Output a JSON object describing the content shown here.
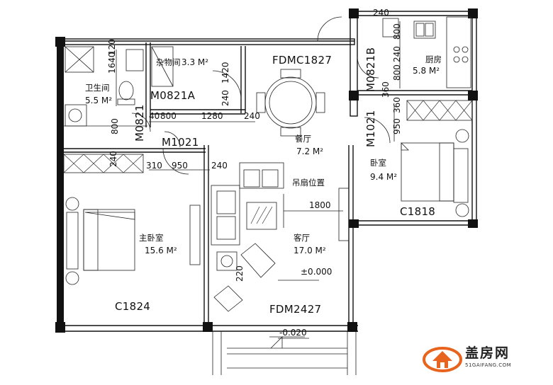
{
  "rooms": {
    "bathroom": {
      "name": "卫生间",
      "area": "5.5 M²"
    },
    "storage": {
      "name": "杂物间",
      "area": "3.3 M²"
    },
    "kitchen": {
      "name": "厨房",
      "area": "5.8 M²"
    },
    "dining": {
      "name": "餐厅",
      "area": "7.2 M²"
    },
    "bedroom": {
      "name": "卧室",
      "area": "9.4 M²"
    },
    "master": {
      "name": "主卧室",
      "area": "15.6 M²"
    },
    "living": {
      "name": "客厅",
      "area": "17.0 M²"
    }
  },
  "codes": {
    "fdmc1827": "FDMC1827",
    "m0821a": "M0821A",
    "m0821b": "M0821B",
    "m0821": "M0821",
    "m1021a": "M1021",
    "m1021b": "M1021",
    "c1818": "C1818",
    "c1824": "C1824",
    "fdm2427": "FDM2427"
  },
  "dims": {
    "d1640": "1640",
    "d120": "120",
    "d1420": "1420",
    "d240a": "240",
    "d240b": "240",
    "d240c": "240",
    "d240d": "240",
    "d240e": "240",
    "d240f": "240",
    "d800a": "800",
    "d800b": "800",
    "d800c": "800",
    "d800d": "800",
    "d1280": "1280",
    "d40": "40",
    "d310": "310",
    "d950a": "950",
    "d950b": "950",
    "d360a": "360",
    "d360b": "360",
    "d1800": "1800",
    "d220": "220"
  },
  "labels": {
    "fan": "吊扇位置",
    "level0": "±0.000",
    "level1": "-0.020"
  },
  "logo": {
    "brand": "盖房网",
    "url": "51GAIFANG.COM",
    "accent": "#e8641e"
  }
}
